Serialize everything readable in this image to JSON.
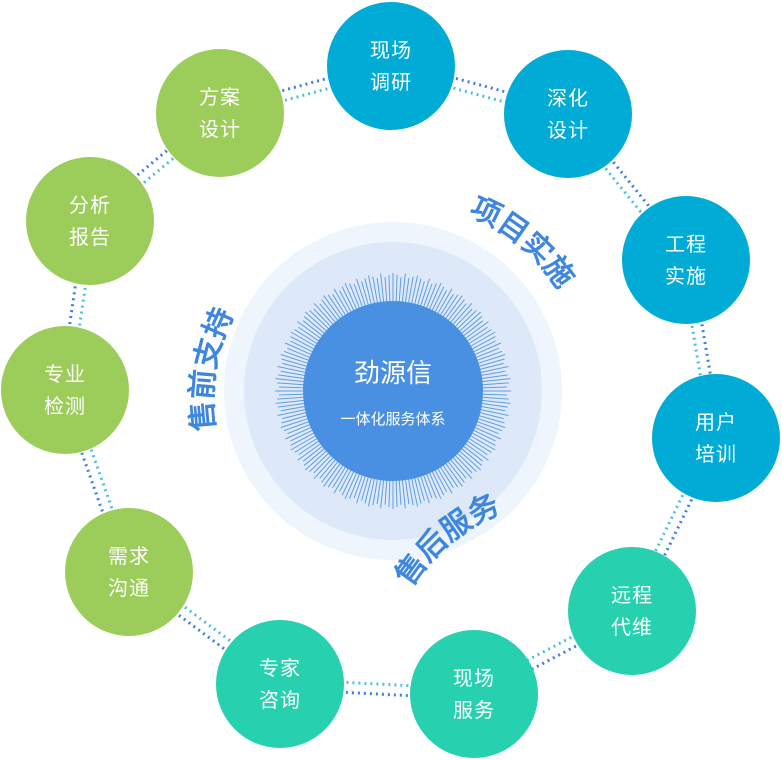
{
  "center": {
    "title": "劲源信",
    "subtitle": "一体化服务体系"
  },
  "phases": [
    {
      "label": "售前支持",
      "color": "#9ccd5a"
    },
    {
      "label": "项目实施",
      "color": "#00abd6"
    },
    {
      "label": "售后服务",
      "color": "#27d1b0"
    }
  ],
  "colors": {
    "arc_text": "#3f86e0",
    "core": "#4a90e2",
    "ticks": "#4a90e2",
    "halo_outer": "#eef5fd",
    "halo_inner": "#dde9f8",
    "dot_dark": "#3f7fe0",
    "dot_light": "#4cc1d8"
  },
  "nodes": [
    {
      "line1": "现场",
      "line2": "调研",
      "phase": "项目实施",
      "color": "#00abd6"
    },
    {
      "line1": "深化",
      "line2": "设计",
      "phase": "项目实施",
      "color": "#00abd6"
    },
    {
      "line1": "工程",
      "line2": "实施",
      "phase": "项目实施",
      "color": "#00abd6"
    },
    {
      "line1": "用户",
      "line2": "培训",
      "phase": "项目实施",
      "color": "#00abd6"
    },
    {
      "line1": "远程",
      "line2": "代维",
      "phase": "售后服务",
      "color": "#27d1b0"
    },
    {
      "line1": "现场",
      "line2": "服务",
      "phase": "售后服务",
      "color": "#27d1b0"
    },
    {
      "line1": "专家",
      "line2": "咨询",
      "phase": "售后服务",
      "color": "#27d1b0"
    },
    {
      "line1": "需求",
      "line2": "沟通",
      "phase": "售前支持",
      "color": "#9ccd5a"
    },
    {
      "line1": "专业",
      "line2": "检测",
      "phase": "售前支持",
      "color": "#9ccd5a"
    },
    {
      "line1": "分析",
      "line2": "报告",
      "phase": "售前支持",
      "color": "#9ccd5a"
    },
    {
      "line1": "方案",
      "line2": "设计",
      "phase": "售前支持",
      "color": "#9ccd5a"
    }
  ]
}
